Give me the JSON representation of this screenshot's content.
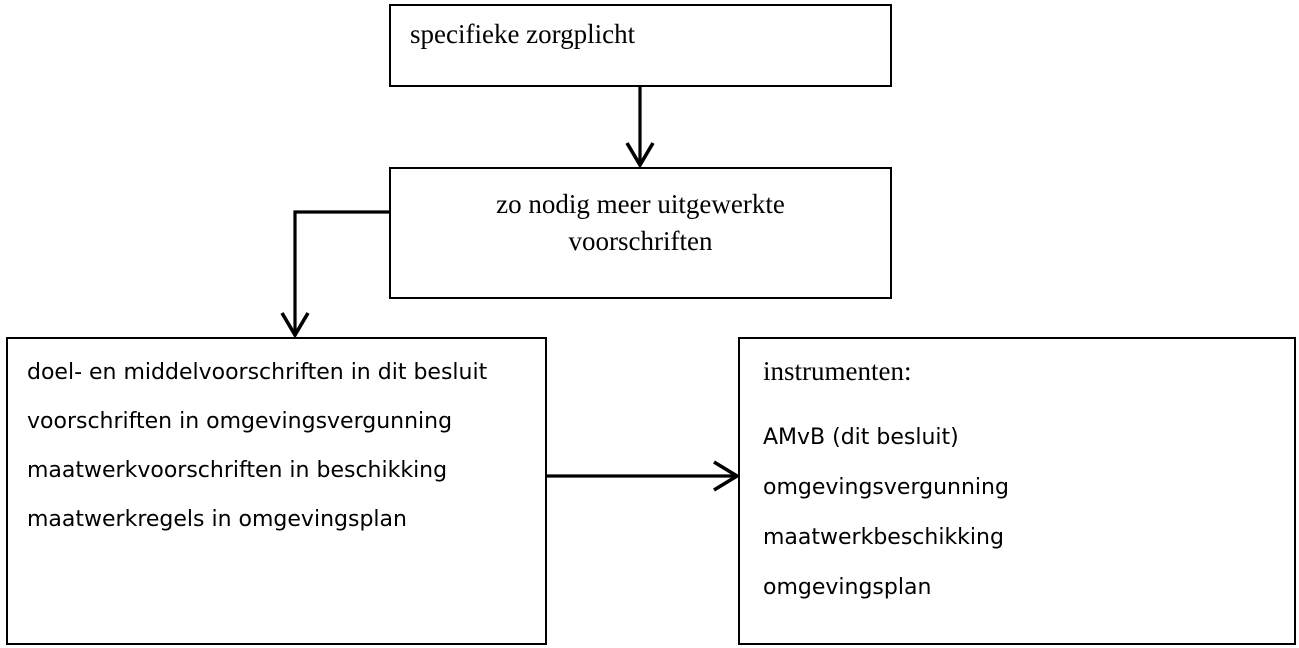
{
  "diagram": {
    "title": "specifieke zorgplicht flowchart",
    "background_color": "#ffffff",
    "line_color": "#000000",
    "nodes": {
      "zorgplicht": {
        "lines": [
          "specifieke zorgplicht"
        ]
      },
      "voorschriften": {
        "lines": [
          "zo nodig meer uitgewerkte",
          "voorschriften"
        ]
      },
      "doelmiddel": {
        "items": [
          "doel- en middelvoorschriften in dit besluit",
          "voorschriften in omgevingsvergunning",
          "maatwerkvoorschriften in beschikking",
          "maatwerkregels in omgevingsplan"
        ]
      },
      "instrumenten": {
        "heading": "instrumenten:",
        "items": [
          "AMvB (dit besluit)",
          "omgevingsvergunning",
          "maatwerkbeschikking",
          "omgevingsplan"
        ]
      }
    },
    "edges": [
      {
        "name": "zorgplicht-to-voorschriften",
        "from": "zorgplicht",
        "to": "voorschriften",
        "style": "straight-down-arrow"
      },
      {
        "name": "voorschriften-to-doelmiddel",
        "from": "voorschriften",
        "to": "doelmiddel",
        "style": "elbow-left-down-arrow"
      },
      {
        "name": "doelmiddel-to-instrumenten",
        "from": "doelmiddel",
        "to": "instrumenten",
        "style": "straight-right-arrow"
      }
    ]
  }
}
